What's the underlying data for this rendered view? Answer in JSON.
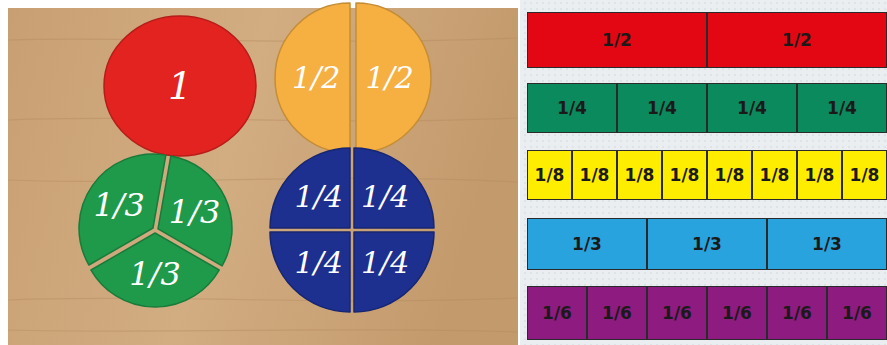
{
  "diagram": {
    "nodes": [
      {
        "text": [
          "1"
        ]
      },
      {
        "text": [
          "1/2"
        ]
      },
      {
        "text": [
          "1/2"
        ]
      },
      {
        "text": [
          "1/3"
        ]
      },
      {
        "text": [
          "1/3"
        ]
      },
      {
        "text": [
          "1/3"
        ]
      },
      {
        "text": [
          "1/4"
        ]
      },
      {
        "text": [
          "1/4"
        ]
      },
      {
        "text": [
          "1/4"
        ]
      },
      {
        "text": [
          "1/4"
        ]
      },
      {
        "text": [
          "1/2"
        ]
      },
      {
        "text": [
          "1/2"
        ]
      },
      {
        "text": [
          "1/4"
        ]
      },
      {
        "text": [
          "1/4"
        ]
      },
      {
        "text": [
          "1/4"
        ]
      },
      {
        "text": [
          "1/4"
        ]
      },
      {
        "text": [
          "1/8"
        ]
      },
      {
        "text": [
          "1/8"
        ]
      },
      {
        "text": [
          "1/8"
        ]
      },
      {
        "text": [
          "1/8"
        ]
      },
      {
        "text": [
          "1/8"
        ]
      },
      {
        "text": [
          "1/8"
        ]
      },
      {
        "text": [
          "1/8"
        ]
      },
      {
        "text": [
          "1/8"
        ]
      },
      {
        "text": [
          "1/3"
        ]
      },
      {
        "text": [
          "1/3"
        ]
      },
      {
        "text": [
          "1/3"
        ]
      },
      {
        "text": [
          "1/6"
        ]
      },
      {
        "text": [
          "1/6"
        ]
      },
      {
        "text": [
          "1/6"
        ]
      },
      {
        "text": [
          "1/6"
        ]
      },
      {
        "text": [
          "1/6"
        ]
      },
      {
        "text": [
          "1/6"
        ]
      }
    ]
  }
}
